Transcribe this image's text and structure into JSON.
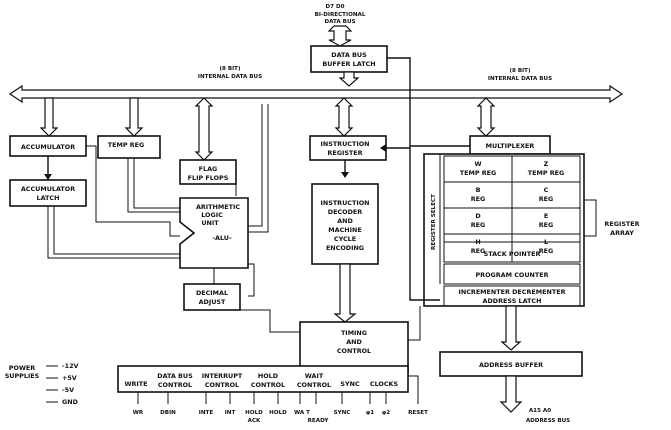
{
  "data_bus": {
    "pins": "D7  D0",
    "line1": "BI-DIRECTIONAL",
    "line2": "DATA BUS"
  },
  "buffer_latch": {
    "line1": "DATA BUS",
    "line2": "BUFFER LATCH"
  },
  "internal_bus_left": {
    "line1": "(8 BIT)",
    "line2": "INTERNAL DATA BUS"
  },
  "internal_bus_right": {
    "line1": "(8 BIT)",
    "line2": "INTERNAL DATA BUS"
  },
  "accumulator": "ACCUMULATOR",
  "accumulator_latch": {
    "line1": "ACCUMULATOR",
    "line2": "LATCH"
  },
  "temp_reg": "TEMP REG",
  "flag": {
    "line1": "FLAG",
    "line2": "FLIP FLOPS"
  },
  "alu": {
    "line1": "ARITHMETIC",
    "line2": "LOGIC",
    "line3": "UNIT",
    "line4": "-ALU-"
  },
  "decimal_adjust": {
    "line1": "DECIMAL",
    "line2": "ADJUST"
  },
  "instruction_register": {
    "line1": "INSTRUCTION",
    "line2": "REGISTER"
  },
  "decoder": {
    "line1": "INSTRUCTION",
    "line2": "DECODER",
    "line3": "AND",
    "line4": "MACHINE",
    "line5": "CYCLE",
    "line6": "ENCODING"
  },
  "multiplexer": "MULTIPLEXER",
  "register_select": "REGISTER SELECT",
  "register_array": {
    "line1": "REGISTER",
    "line2": "ARRAY"
  },
  "regs": {
    "w1": "W",
    "w2": "TEMP REG",
    "z1": "Z",
    "z2": "TEMP REG",
    "b1": "B",
    "b2": "REG",
    "c1": "C",
    "c2": "REG",
    "d1": "D",
    "d2": "REG",
    "e1": "E",
    "e2": "REG",
    "h1": "H",
    "h2": "REG",
    "l1": "L",
    "l2": "REG"
  },
  "stack_pointer": "STACK POINTER",
  "program_counter": "PROGRAM COUNTER",
  "inc_dec": {
    "line1": "INCREMENTER DECREMENTER",
    "line2": "ADDRESS LATCH"
  },
  "timing": {
    "line1": "TIMING",
    "line2": "AND",
    "line3": "CONTROL"
  },
  "control_groups": {
    "write": "WRITE",
    "data_bus_control1": "DATA BUS",
    "data_bus_control2": "CONTROL",
    "interrupt_control1": "INTERRUPT",
    "interrupt_control2": "CONTROL",
    "hold_control1": "HOLD",
    "hold_control2": "CONTROL",
    "wait_control1": "WAIT",
    "wait_control2": "CONTROL",
    "sync": "SYNC",
    "clocks": "CLOCKS"
  },
  "pins": {
    "wr": "WR",
    "dbin": "DBIN",
    "inte": "INTE",
    "int": "INT",
    "hold": "HOLD",
    "hold_ack": "ACK",
    "hlda": "HOLD",
    "wait": "WA T",
    "ready": "READY",
    "sync": "SYNC",
    "phi1": "φ1",
    "phi2": "φ2",
    "reset": "RESET"
  },
  "power": {
    "title1": "POWER",
    "title2": "SUPPLIES",
    "items": [
      "-12V",
      "+5V",
      "-5V",
      "GND"
    ]
  },
  "address_buffer": "ADDRESS BUFFER",
  "address_bus": {
    "pins": "A15  A0",
    "label": "ADDRESS BUS"
  }
}
